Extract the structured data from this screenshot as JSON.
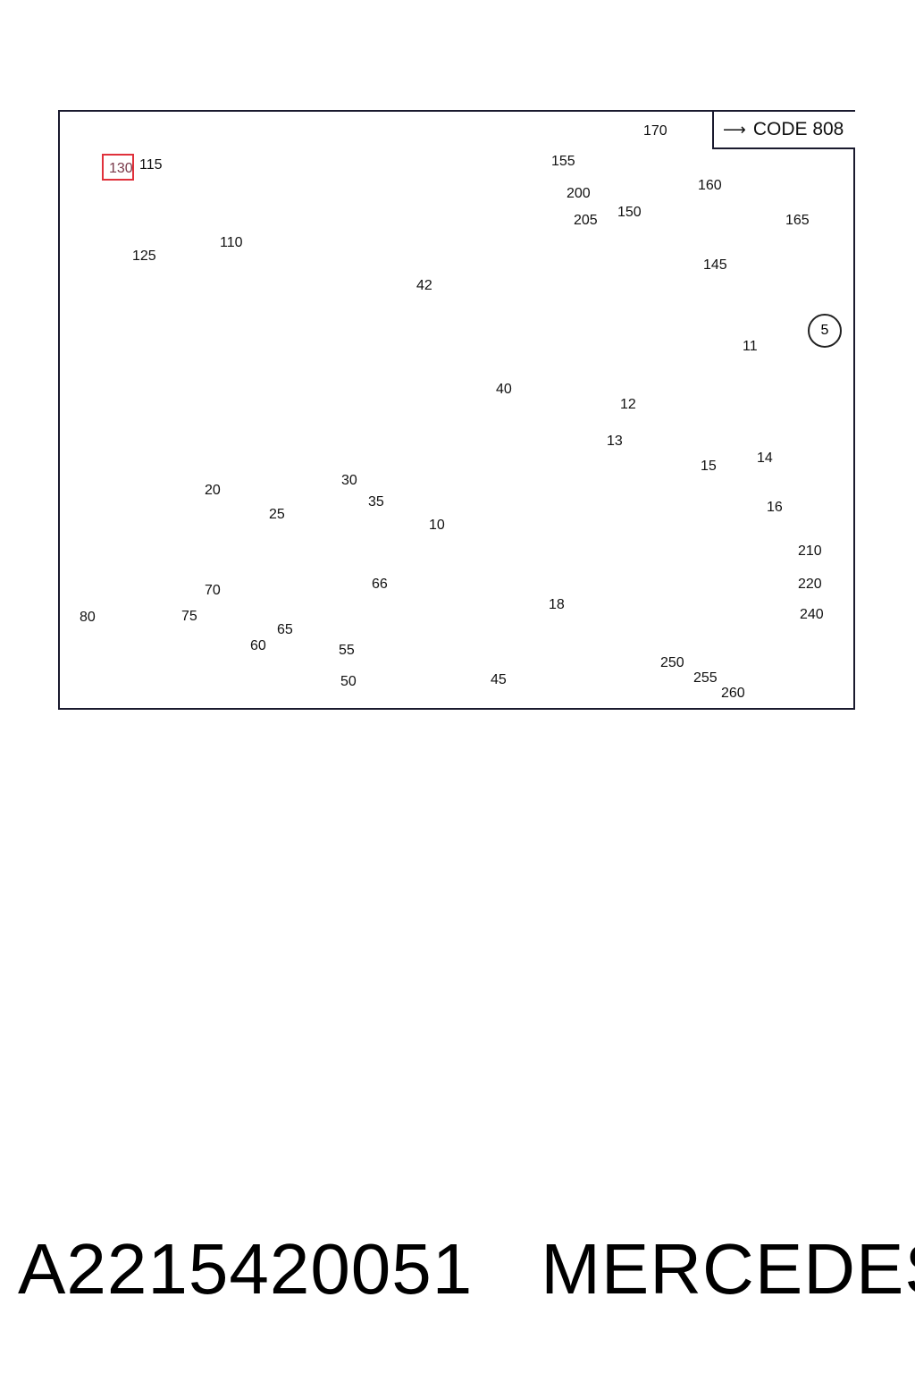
{
  "diagram": {
    "code_label": "CODE 808",
    "group_marker": "5",
    "highlighted_callout": "130",
    "callouts": [
      {
        "id": "c130",
        "text": "130",
        "highlight": true
      },
      {
        "id": "c115",
        "text": "115"
      },
      {
        "id": "c125",
        "text": "125"
      },
      {
        "id": "c110",
        "text": "110"
      },
      {
        "id": "c42",
        "text": "42"
      },
      {
        "id": "c155",
        "text": "155"
      },
      {
        "id": "c200",
        "text": "200"
      },
      {
        "id": "c205",
        "text": "205"
      },
      {
        "id": "c170",
        "text": "170"
      },
      {
        "id": "c160",
        "text": "160"
      },
      {
        "id": "c150",
        "text": "150"
      },
      {
        "id": "c165",
        "text": "165"
      },
      {
        "id": "c145",
        "text": "145"
      },
      {
        "id": "c11",
        "text": "11"
      },
      {
        "id": "c40",
        "text": "40"
      },
      {
        "id": "c12",
        "text": "12"
      },
      {
        "id": "c13",
        "text": "13"
      },
      {
        "id": "c15",
        "text": "15"
      },
      {
        "id": "c14",
        "text": "14"
      },
      {
        "id": "c16",
        "text": "16"
      },
      {
        "id": "c20",
        "text": "20"
      },
      {
        "id": "c30",
        "text": "30"
      },
      {
        "id": "c35",
        "text": "35"
      },
      {
        "id": "c10",
        "text": "10"
      },
      {
        "id": "c25",
        "text": "25"
      },
      {
        "id": "c70",
        "text": "70"
      },
      {
        "id": "c66",
        "text": "66"
      },
      {
        "id": "c18",
        "text": "18"
      },
      {
        "id": "c80",
        "text": "80"
      },
      {
        "id": "c75",
        "text": "75"
      },
      {
        "id": "c65",
        "text": "65"
      },
      {
        "id": "c60",
        "text": "60"
      },
      {
        "id": "c55",
        "text": "55"
      },
      {
        "id": "c50",
        "text": "50"
      },
      {
        "id": "c45",
        "text": "45"
      },
      {
        "id": "c210",
        "text": "210"
      },
      {
        "id": "c220",
        "text": "220"
      },
      {
        "id": "c240",
        "text": "240"
      },
      {
        "id": "c250",
        "text": "250"
      },
      {
        "id": "c255",
        "text": "255"
      },
      {
        "id": "c260",
        "text": "260"
      }
    ]
  },
  "caption": {
    "part_number": "A2215420051",
    "brand": "MERCEDES"
  },
  "colors": {
    "highlight_box": "#e0313b",
    "line_art": "#2a2a2a",
    "frame": "#1a1a2e"
  }
}
